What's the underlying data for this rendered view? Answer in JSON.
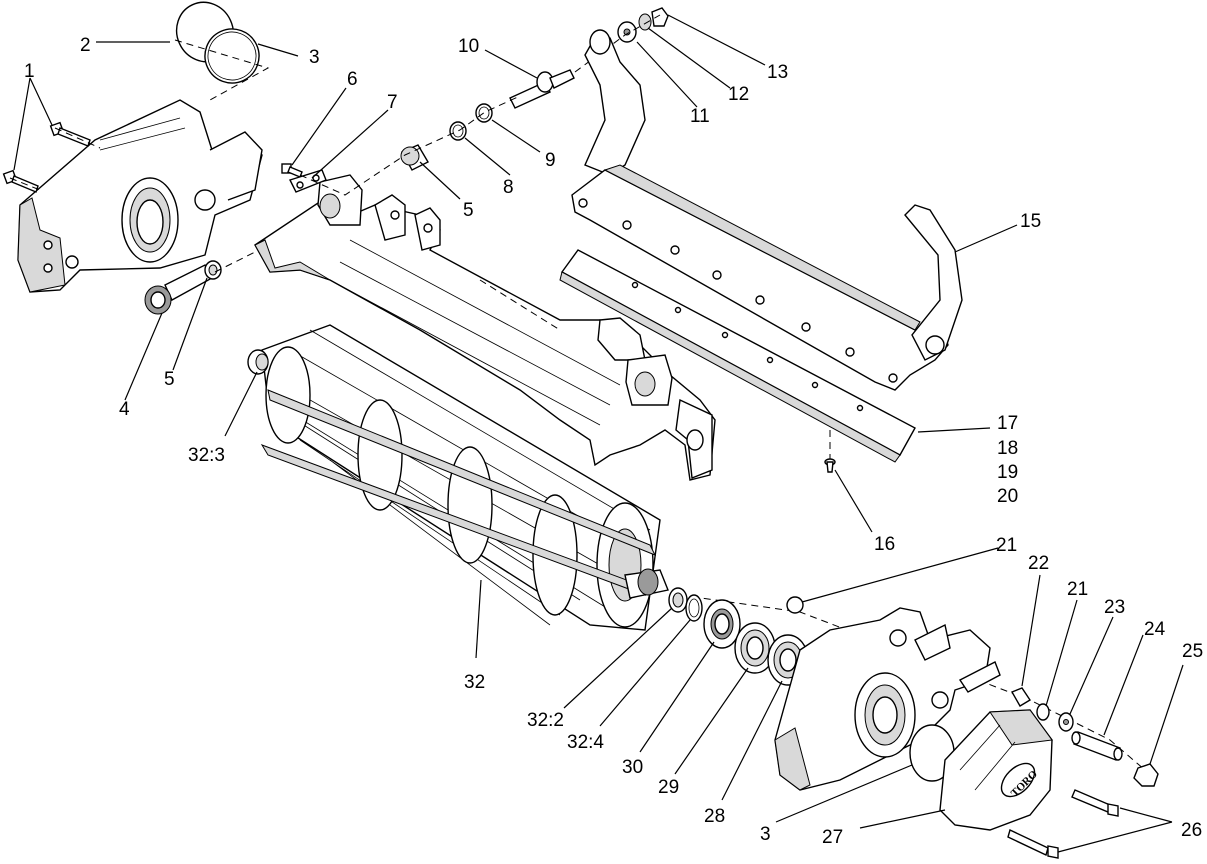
{
  "diagram": {
    "callouts": {
      "c1": "1",
      "c2": "2",
      "c3": "3",
      "c4": "4",
      "c5a": "5",
      "c5b": "5",
      "c6": "6",
      "c7": "7",
      "c8": "8",
      "c9": "9",
      "c10": "10",
      "c11": "11",
      "c12": "12",
      "c13": "13",
      "c15": "15",
      "c16": "16",
      "c17": "17",
      "c18": "18",
      "c19": "19",
      "c20": "20",
      "c21a": "21",
      "c21b": "21",
      "c22": "22",
      "c23": "23",
      "c24": "24",
      "c25": "25",
      "c26": "26",
      "c27": "27",
      "c28": "28",
      "c29": "29",
      "c30": "30",
      "c3b": "3",
      "c32": "32",
      "c32_2": "32:2",
      "c32_3": "32:3",
      "c32_4": "32:4"
    },
    "cover_logo": "TORO"
  }
}
